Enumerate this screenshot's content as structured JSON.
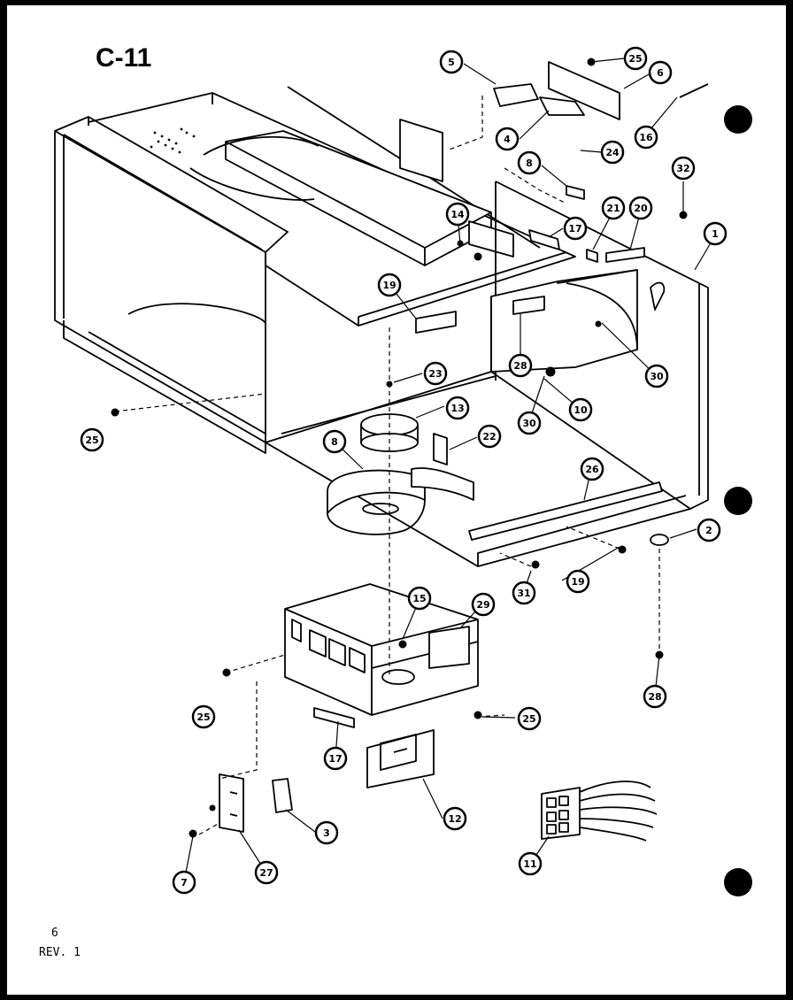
{
  "page": {
    "title": "C-11",
    "page_number": "6",
    "revision": "REV. 1"
  },
  "colors": {
    "ink": "#000000",
    "paper": "#ffffff"
  },
  "callouts": [
    {
      "id": "c5",
      "label": "5"
    },
    {
      "id": "c25a",
      "label": "25"
    },
    {
      "id": "c6",
      "label": "6"
    },
    {
      "id": "c4",
      "label": "4"
    },
    {
      "id": "c16",
      "label": "16"
    },
    {
      "id": "c24",
      "label": "24"
    },
    {
      "id": "c8a",
      "label": "8"
    },
    {
      "id": "c32",
      "label": "32"
    },
    {
      "id": "c14",
      "label": "14"
    },
    {
      "id": "c21",
      "label": "21"
    },
    {
      "id": "c20",
      "label": "20"
    },
    {
      "id": "c17a",
      "label": "17"
    },
    {
      "id": "c1",
      "label": "1"
    },
    {
      "id": "c19a",
      "label": "19"
    },
    {
      "id": "c28a",
      "label": "28"
    },
    {
      "id": "c30a",
      "label": "30"
    },
    {
      "id": "c23",
      "label": "23"
    },
    {
      "id": "c30b",
      "label": "30"
    },
    {
      "id": "c10",
      "label": "10"
    },
    {
      "id": "c13",
      "label": "13"
    },
    {
      "id": "c25b",
      "label": "25"
    },
    {
      "id": "c8b",
      "label": "8"
    },
    {
      "id": "c22",
      "label": "22"
    },
    {
      "id": "c26",
      "label": "26"
    },
    {
      "id": "c2",
      "label": "2"
    },
    {
      "id": "c19b",
      "label": "19"
    },
    {
      "id": "c31",
      "label": "31"
    },
    {
      "id": "c15",
      "label": "15"
    },
    {
      "id": "c29",
      "label": "29"
    },
    {
      "id": "c28b",
      "label": "28"
    },
    {
      "id": "c25c",
      "label": "25"
    },
    {
      "id": "c25d",
      "label": "25"
    },
    {
      "id": "c17b",
      "label": "17"
    },
    {
      "id": "c12",
      "label": "12"
    },
    {
      "id": "c3",
      "label": "3"
    },
    {
      "id": "c11",
      "label": "11"
    },
    {
      "id": "c7",
      "label": "7"
    },
    {
      "id": "c27",
      "label": "27"
    }
  ]
}
